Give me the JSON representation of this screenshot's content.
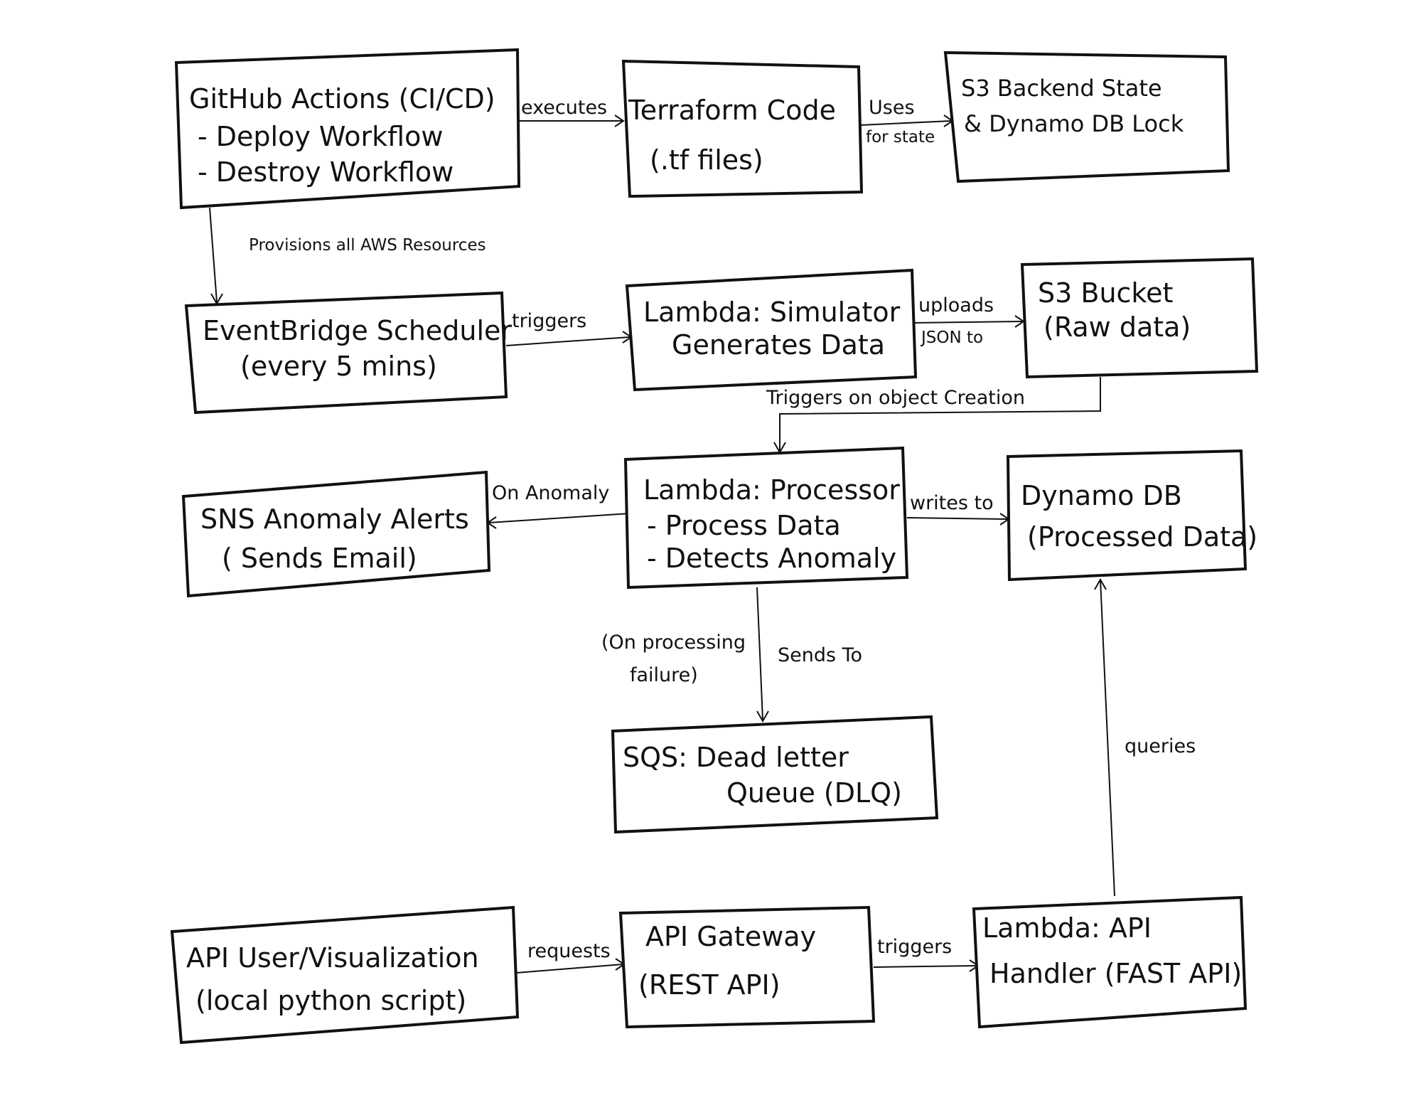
{
  "nodes": {
    "github_actions": {
      "lines": [
        "GitHub Actions (CI/CD)",
        "- Deploy Workflow",
        "- Destroy Workflow"
      ]
    },
    "terraform_code": {
      "lines": [
        "Terraform Code",
        "(.tf files)"
      ]
    },
    "s3_backend": {
      "lines": [
        "S3 Backend State",
        "& Dynamo DB Lock"
      ]
    },
    "eventbridge": {
      "lines": [
        "EventBridge Scheduler",
        "(every 5 mins)"
      ]
    },
    "lambda_simulator": {
      "lines": [
        "Lambda: Simulator",
        "Generates Data"
      ]
    },
    "s3_bucket": {
      "lines": [
        "S3 Bucket",
        "(Raw data)"
      ]
    },
    "sns_alerts": {
      "lines": [
        "SNS Anomaly Alerts",
        "( Sends Email)"
      ]
    },
    "lambda_processor": {
      "lines": [
        "Lambda: Processor",
        "- Process Data",
        "- Detects Anomaly"
      ]
    },
    "dynamodb": {
      "lines": [
        "Dynamo DB",
        "(Processed Data)"
      ]
    },
    "sqs_dlq": {
      "lines": [
        "SQS: Dead letter",
        "Queue (DLQ)"
      ]
    },
    "api_user": {
      "lines": [
        "API User/Visualization",
        "(local python script)"
      ]
    },
    "api_gateway": {
      "lines": [
        "API Gateway",
        "(REST API)"
      ]
    },
    "lambda_api": {
      "lines": [
        "Lambda: API",
        "Handler (FAST API)"
      ]
    }
  },
  "edges": {
    "executes": "executes",
    "uses_line1": "Uses",
    "uses_line2": "for state",
    "provisions": "Provisions all AWS Resources",
    "triggers_scheduler": "triggers",
    "uploads_line1": "uploads",
    "uploads_line2": "JSON to",
    "triggers_object": "Triggers on object Creation",
    "on_anomaly": "On Anomaly",
    "writes_to": "writes to",
    "failure_line1": "(On processing",
    "failure_line2": "failure)",
    "sends_to": "Sends To",
    "queries": "queries",
    "requests": "requests",
    "triggers_gateway": "triggers"
  }
}
